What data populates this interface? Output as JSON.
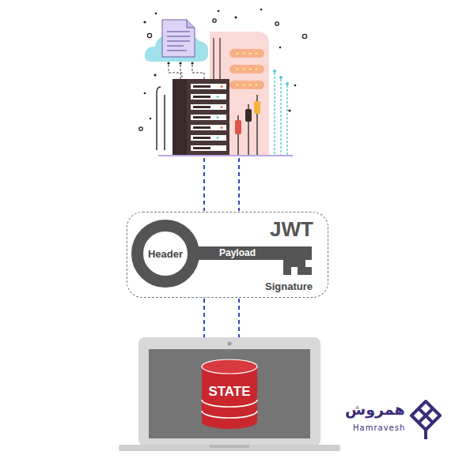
{
  "diagram": {
    "nodes": [
      {
        "text": [
          "JWT"
        ]
      },
      {
        "text": [
          "Header"
        ],
        "in": 0
      },
      {
        "text": [
          "STATE"
        ]
      }
    ],
    "labels": [
      "Payload",
      "Signature",
      "همروش",
      "Hamravesh"
    ]
  }
}
